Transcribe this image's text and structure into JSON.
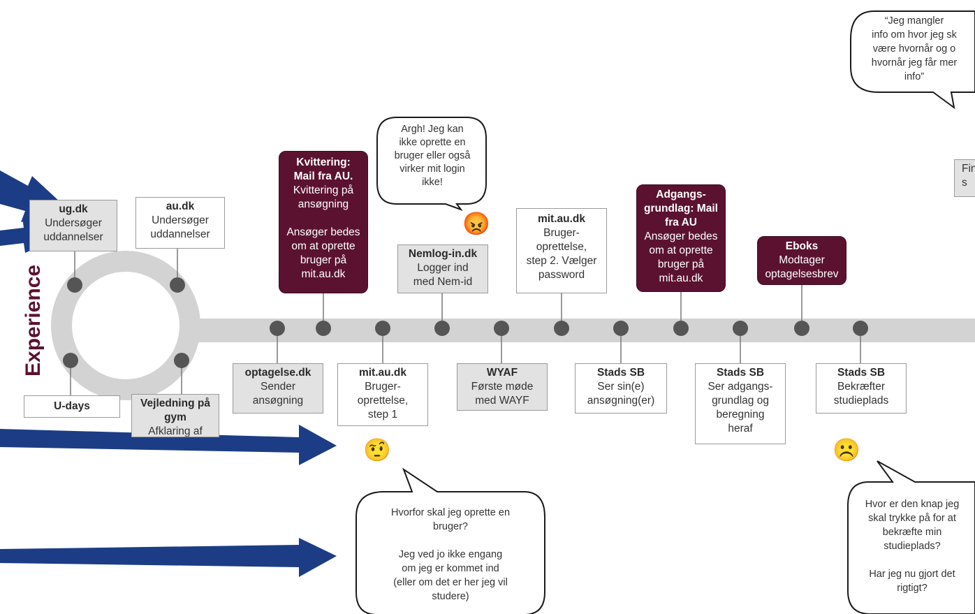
{
  "side_label": "Experience",
  "colors": {
    "maroon": "#5b1230",
    "arrow_blue": "#1c3d85",
    "track_gray": "#d3d3d3",
    "dot_gray": "#555555"
  },
  "boxes": {
    "ugdk": {
      "title": "ug.dk",
      "sub": "Undersøger\nuddannelser"
    },
    "audk": {
      "title": "au.dk",
      "sub": "Undersøger\nuddannelser"
    },
    "udays": {
      "title": "U-days",
      "sub": ""
    },
    "vejledning": {
      "title": "Vejledning på\ngym",
      "sub": "Afklaring af"
    },
    "kvittering": {
      "title": "Kvittering:\nMail fra AU.",
      "sub": "Kvittering på\nansøgning\n\nAnsøger bedes\nom at oprette\nbruger på\nmit.au.dk"
    },
    "nemlog": {
      "title": "Nemlog-in.dk",
      "sub": "Logger ind\nmed Nem-id"
    },
    "mitau2": {
      "title": "mit.au.dk",
      "sub": "Bruger-\noprettelse,\nstep 2. Vælger\npassword"
    },
    "adgang": {
      "title": "Adgangs-\ngrundlag: Mail\nfra AU",
      "sub": "Ansøger bedes\nom at oprette\nbruger på\nmit.au.dk"
    },
    "eboks": {
      "title": "Eboks",
      "sub": "Modtager\noptagelsesbrev"
    },
    "optagelse": {
      "title": "optagelse.dk",
      "sub": "Sender\nansøgning"
    },
    "mitau1": {
      "title": "mit.au.dk",
      "sub": "Bruger-\noprettelse,\nstep 1"
    },
    "wyaf": {
      "title": "WYAF",
      "sub": "Første møde\nmed WAYF"
    },
    "stads1": {
      "title": "Stads SB",
      "sub": "Ser sin(e)\nansøgning(er)"
    },
    "stads2": {
      "title": "Stads SB",
      "sub": "Ser adgangs-\ngrundlag og\nberegning\nheraf"
    },
    "stads3": {
      "title": "Stads SB",
      "sub": "Bekræfter\nstudieplads"
    },
    "partial": {
      "title": "",
      "sub": "Fin\ns"
    }
  },
  "bubbles": {
    "top_right": "“Jeg mangler\ninfo om hvor jeg sk\nvære hvornår og o\nhvornår jeg får mer\ninfo”",
    "argh": "Argh! Jeg kan\nikke oprette en\nbruger eller også\nvirker mit login\nikke!",
    "hvorfor": "Hvorfor skal jeg oprette en\nbruger?\n\nJeg ved jo ikke engang\nom jeg er kommet ind\n(eller om det er her jeg vil\nstudere)",
    "knap": "Hvor er den knap jeg\nskal trykke på for at\nbekræfte min\nstudieplads?\n\nHar jeg nu gjort det\nrigtigt?"
  },
  "emojis": {
    "angry": "😡",
    "raised_eyebrow": "🤨",
    "sad": "☹️"
  }
}
